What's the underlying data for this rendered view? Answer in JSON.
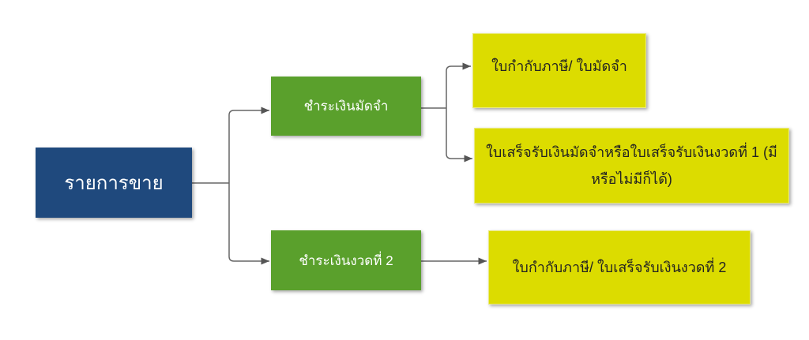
{
  "root": {
    "label": "รายการขาย"
  },
  "branches": [
    {
      "label": "ชำระเงินมัดจำ",
      "documents": [
        "ใบกำกับภาษี/ ใบมัดจำ",
        "ใบเสร็จรับเงินมัดจำหรือใบเสร็จรับเงินงวดที่ 1 (มีหรือไม่มีก็ได้)"
      ]
    },
    {
      "label": "ชำระเงินงวดที่ 2",
      "documents": [
        "ใบกำกับภาษี/ ใบเสร็จรับเงินงวดที่ 2"
      ]
    }
  ],
  "colors": {
    "root": "#1f497d",
    "branch": "#5aa02c",
    "document": "#dcdc00",
    "connector": "#555555"
  }
}
